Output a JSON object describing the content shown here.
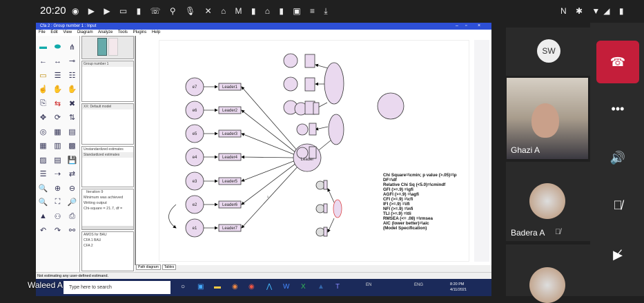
{
  "phone_status": {
    "time": "20:20",
    "left_icons": "◉ ▶ ▶ ▭ ▮ ☏ ⚲ 🎙 ✕ ⌂ M ▮ ⌂ ▮ ▣ ≡ ⤓",
    "right_icons": "N ✱ ▼◢ ▮"
  },
  "amos": {
    "title": "Cfa 2 : Group number 1 : Input",
    "menu": [
      "File",
      "Edit",
      "View",
      "Diagram",
      "Analyze",
      "Tools",
      "Plugins",
      "Help"
    ],
    "panels": {
      "groups": [
        "Group number 1"
      ],
      "models": [
        "XX: Default model"
      ],
      "estimates": [
        "Unstandardized estimates",
        "Standardized estimates"
      ],
      "log": [
        "Iteration 9",
        "Minimum was achieved",
        "Writing output",
        "Chi-square = 21.7, df ="
      ],
      "files": [
        "AMOS for BAU",
        "CFA 1 BAU",
        "CFA 2"
      ]
    },
    "diagram": {
      "errors": [
        "e7",
        "e6",
        "e5",
        "e4",
        "e3",
        "e2",
        "e1"
      ],
      "observed": [
        "Leader1",
        "Leader2",
        "Leader3",
        "Leader4",
        "Leader5",
        "Leader6",
        "Leader7"
      ],
      "latent": "Leader",
      "path_label": "1"
    },
    "fit_text": [
      "Chi Square=\\cmin; p value (>.05)=\\p",
      "DF=\\df",
      "Relative Chi Sq (<5.0)=\\cmindf",
      "GFI (>=.9) =\\gfi",
      "AGFI (>=.9) =\\agfi",
      "CFI (>=.9) =\\cfi",
      "IFI (>=.9) =\\ifi",
      "NFI (>=.9) =\\nfi",
      "TLI (>=.9) =\\tli",
      "RMSEA (<= .08) =\\rmsea",
      "AIC (lower better)=\\aic",
      "(Model Specification)"
    ],
    "tabs": [
      "Path diagram",
      "Tables"
    ],
    "status": "Not estimating any user-defined estimand."
  },
  "taskbar": {
    "search_placeholder": "Type here to search",
    "lang": "ENG",
    "tray_en": "EN",
    "time": "8:20 PM",
    "date": "4/11/2021"
  },
  "teams": {
    "presenter": "Waleed A",
    "sw_initials": "SW",
    "participants": [
      "Ghazi A",
      "Badera A"
    ]
  }
}
